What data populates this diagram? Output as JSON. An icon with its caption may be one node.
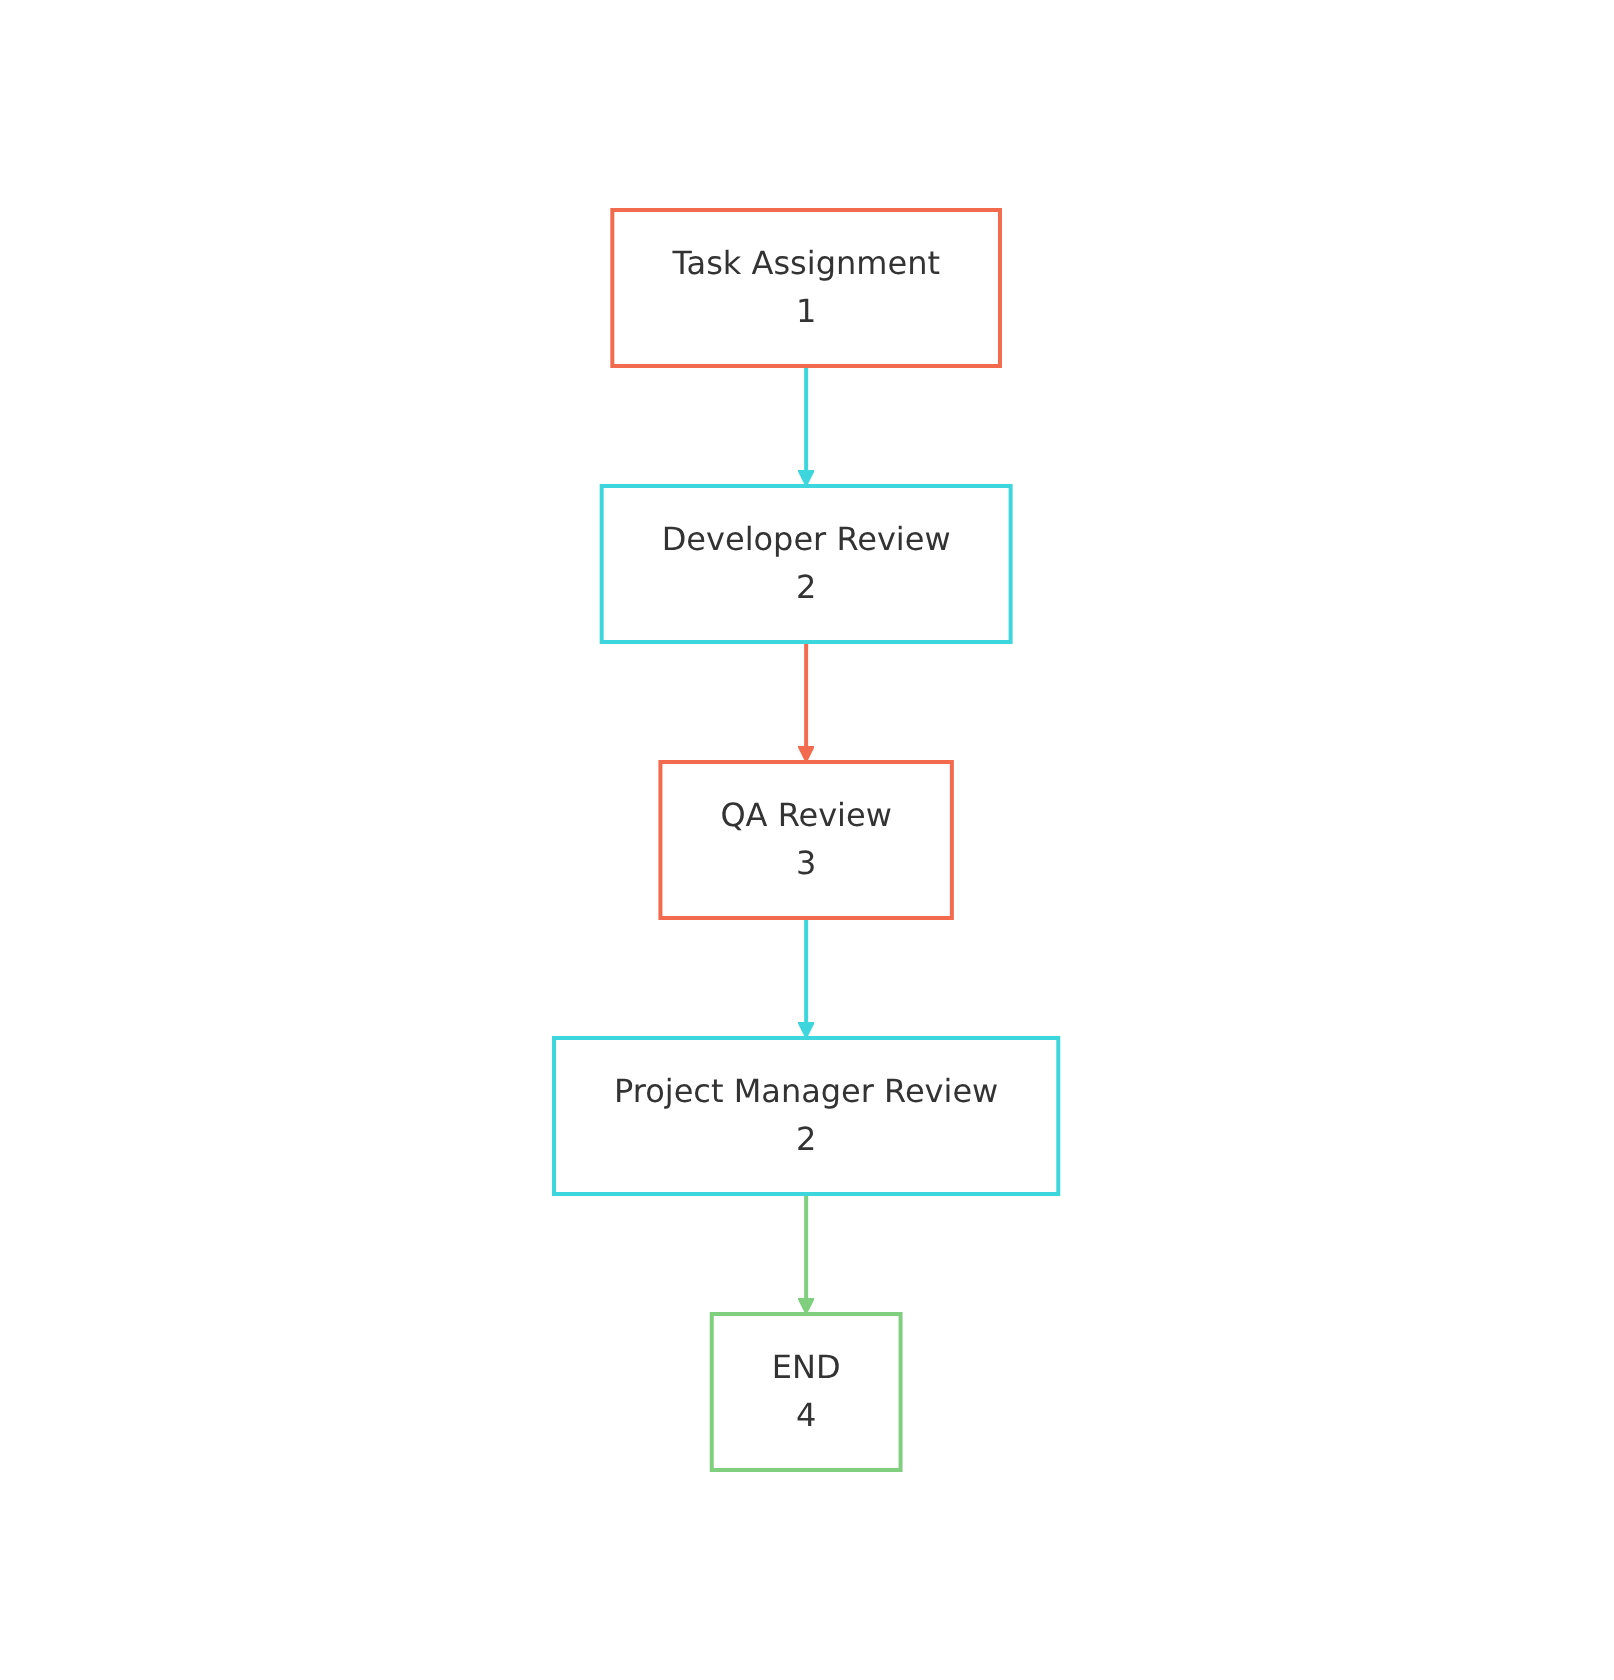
{
  "diagram": {
    "nodes": [
      {
        "text": [
          "Task Assignment",
          "1"
        ]
      },
      {
        "text": [
          "Developer Review",
          "2"
        ]
      },
      {
        "text": [
          "Project Manager Review",
          "2"
        ]
      },
      {
        "text": [
          "QA Review",
          "3"
        ]
      },
      {
        "text": [
          "END",
          "4"
        ]
      }
    ],
    "edges": [
      {
        "from": 0,
        "to": 1,
        "arrow": "to",
        "color": "#3dd6dc"
      },
      {
        "from": 1,
        "to": 3,
        "arrow": "to",
        "color": "#f26b4f"
      },
      {
        "from": 3,
        "to": 2,
        "arrow": "to",
        "color": "#3dd6dc"
      },
      {
        "from": 2,
        "to": 4,
        "arrow": "to",
        "color": "#7fcf7f"
      }
    ]
  }
}
